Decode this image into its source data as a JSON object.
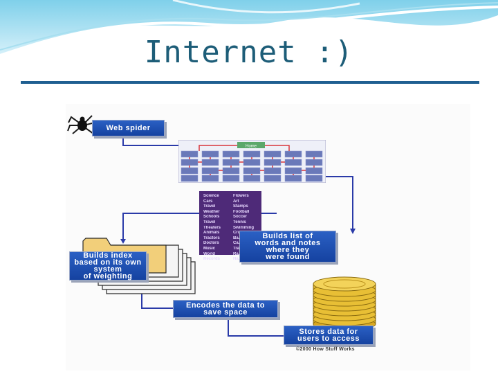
{
  "title": "Internet :)",
  "diagram": {
    "spider_label": "Web spider",
    "home_label": "Home",
    "categories_left": [
      "Science",
      "Cars",
      "Travel",
      "Weather",
      "Schools",
      "Travel",
      "Theaters",
      "Animals",
      "Tractors",
      "Doctors",
      "Music",
      "World",
      "Records"
    ],
    "categories_right": [
      "Flowers",
      "Art",
      "Stamps",
      "Football",
      "Soccer",
      "Tennis",
      "Swimming",
      "Cruises",
      "Ba...",
      "Ca...",
      "Tra...",
      "Ra...",
      "Ha..."
    ],
    "builds_list": "Builds list of\nwords and notes\nwhere they\nwere found",
    "builds_index": "Builds index\nbased on its own\nsystem\nof weighting",
    "encodes": "Encodes the data to\nsave space",
    "stores": "Stores data for\nusers to access",
    "copyright": "©2000 How Stuff Works"
  }
}
